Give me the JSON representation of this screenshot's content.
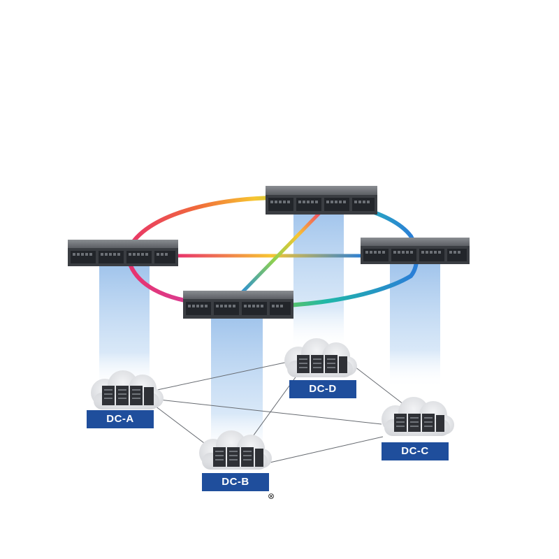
{
  "datacenters": [
    {
      "id": "dc-a",
      "label": "DC-A"
    },
    {
      "id": "dc-b",
      "label": "DC-B"
    },
    {
      "id": "dc-c",
      "label": "DC-C"
    },
    {
      "id": "dc-d",
      "label": "DC-D"
    }
  ],
  "routers": [
    {
      "id": "router-left",
      "icon": "network-chassis-icon"
    },
    {
      "id": "router-top",
      "icon": "network-chassis-icon"
    },
    {
      "id": "router-right",
      "icon": "network-chassis-icon"
    },
    {
      "id": "router-front",
      "icon": "network-chassis-icon"
    }
  ],
  "links": [
    [
      "dc-a",
      "dc-b"
    ],
    [
      "dc-a",
      "dc-c"
    ],
    [
      "dc-a",
      "dc-d"
    ],
    [
      "dc-b",
      "dc-c"
    ],
    [
      "dc-b",
      "dc-d"
    ],
    [
      "dc-d",
      "dc-c"
    ]
  ],
  "colors": {
    "label_bg": "#1f4e9c",
    "beam": "#9ec4ec",
    "cloud": "#dcdde0",
    "server": "#2f3136",
    "chassis": "#3a3d42"
  },
  "icons": {
    "close": "⊗"
  }
}
